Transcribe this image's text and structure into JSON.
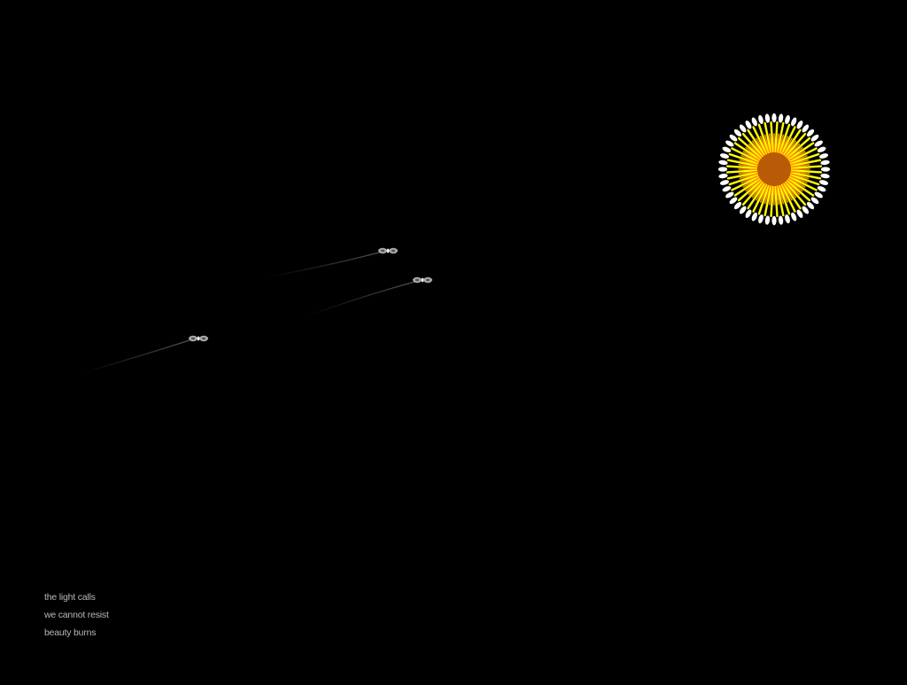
{
  "scene": {
    "background": "#000000",
    "light": {
      "icon": "sun-flower-icon",
      "core_color": "#b85a06",
      "inner_ray_color": "#ff8a00",
      "mid_ray_color": "#ffff00",
      "outer_ray_color": "#ffffff"
    },
    "moths": {
      "icon": "moth-icon",
      "body_color": "#c8c8c8",
      "trail_color": "#5a5a5a",
      "count": 3
    }
  },
  "poem": {
    "lines": [
      "the light calls",
      "we cannot resist",
      "beauty burns"
    ]
  }
}
